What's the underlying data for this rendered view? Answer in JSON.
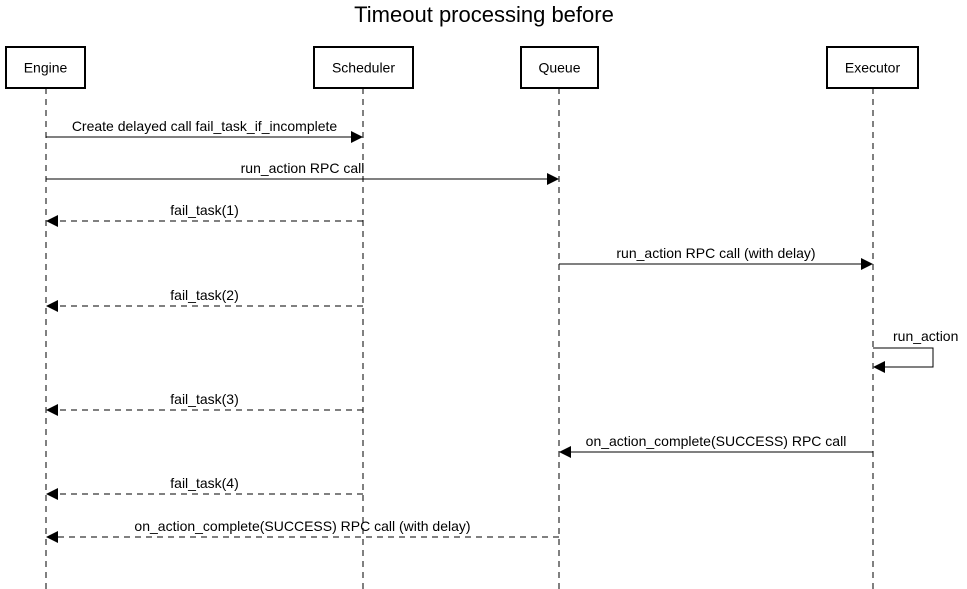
{
  "title": "Timeout processing before",
  "participants": [
    {
      "id": "engine",
      "label": "Engine"
    },
    {
      "id": "scheduler",
      "label": "Scheduler"
    },
    {
      "id": "queue",
      "label": "Queue"
    },
    {
      "id": "executor",
      "label": "Executor"
    }
  ],
  "messages": [
    {
      "from": "engine",
      "to": "scheduler",
      "label": "Create delayed call fail_task_if_incomplete",
      "style": "solid"
    },
    {
      "from": "engine",
      "to": "queue",
      "label": "run_action RPC call",
      "style": "solid"
    },
    {
      "from": "scheduler",
      "to": "engine",
      "label": "fail_task(1)",
      "style": "dashed"
    },
    {
      "from": "queue",
      "to": "executor",
      "label": "run_action RPC call (with delay)",
      "style": "solid"
    },
    {
      "from": "scheduler",
      "to": "engine",
      "label": "fail_task(2)",
      "style": "dashed"
    },
    {
      "from": "executor",
      "to": "executor",
      "label": "run_action",
      "style": "solid"
    },
    {
      "from": "scheduler",
      "to": "engine",
      "label": "fail_task(3)",
      "style": "dashed"
    },
    {
      "from": "executor",
      "to": "queue",
      "label": "on_action_complete(SUCCESS) RPC call",
      "style": "solid"
    },
    {
      "from": "scheduler",
      "to": "engine",
      "label": "fail_task(4)",
      "style": "dashed"
    },
    {
      "from": "queue",
      "to": "engine",
      "label": "on_action_complete(SUCCESS) RPC call (with delay)",
      "style": "dashed"
    }
  ]
}
